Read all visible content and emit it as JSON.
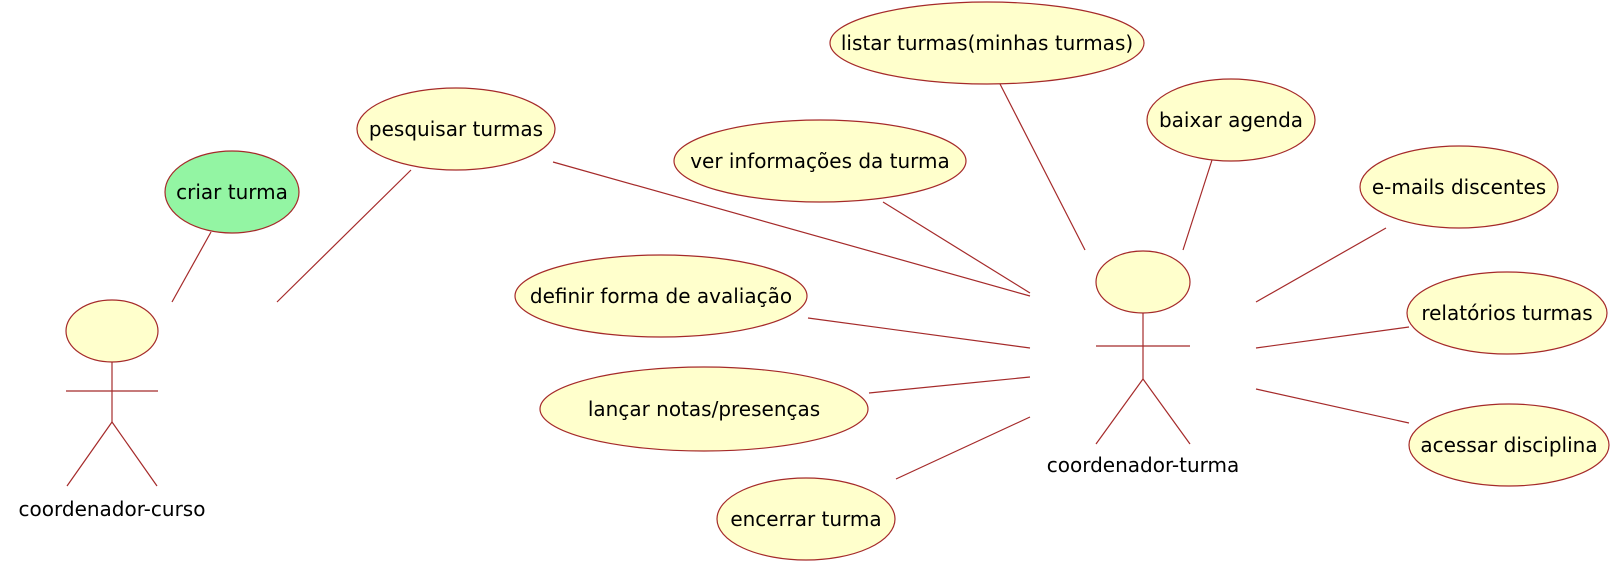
{
  "actors": [
    {
      "key": "coordenador_curso",
      "label": "coordenador-curso"
    },
    {
      "key": "coordenador_turma",
      "label": "coordenador-turma"
    }
  ],
  "use_cases": [
    {
      "key": "criar_turma",
      "label": "criar turma",
      "highlighted": true,
      "color": "#93f5a3"
    },
    {
      "key": "pesquisar_turmas",
      "label": "pesquisar turmas"
    },
    {
      "key": "listar_turmas",
      "label": "listar turmas(minhas turmas)"
    },
    {
      "key": "baixar_agenda",
      "label": "baixar agenda"
    },
    {
      "key": "ver_informacoes",
      "label": "ver informações da turma"
    },
    {
      "key": "emails_discentes",
      "label": "e-mails discentes"
    },
    {
      "key": "definir_avaliacao",
      "label": "definir forma de avaliação"
    },
    {
      "key": "relatorios_turmas",
      "label": "relatórios turmas"
    },
    {
      "key": "lancar_notas",
      "label": "lançar notas/presenças"
    },
    {
      "key": "acessar_disciplina",
      "label": "acessar disciplina"
    },
    {
      "key": "encerrar_turma",
      "label": "encerrar turma"
    }
  ],
  "associations": [
    [
      "coordenador_curso",
      "criar_turma"
    ],
    [
      "coordenador_curso",
      "pesquisar_turmas"
    ],
    [
      "coordenador_turma",
      "pesquisar_turmas"
    ],
    [
      "coordenador_turma",
      "listar_turmas"
    ],
    [
      "coordenador_turma",
      "baixar_agenda"
    ],
    [
      "coordenador_turma",
      "ver_informacoes"
    ],
    [
      "coordenador_turma",
      "emails_discentes"
    ],
    [
      "coordenador_turma",
      "definir_avaliacao"
    ],
    [
      "coordenador_turma",
      "relatorios_turmas"
    ],
    [
      "coordenador_turma",
      "lancar_notas"
    ],
    [
      "coordenador_turma",
      "acessar_disciplina"
    ],
    [
      "coordenador_turma",
      "encerrar_turma"
    ]
  ],
  "colors": {
    "line": "#a52a2a",
    "fill": "#ffffcc",
    "highlight": "#93f5a3"
  }
}
